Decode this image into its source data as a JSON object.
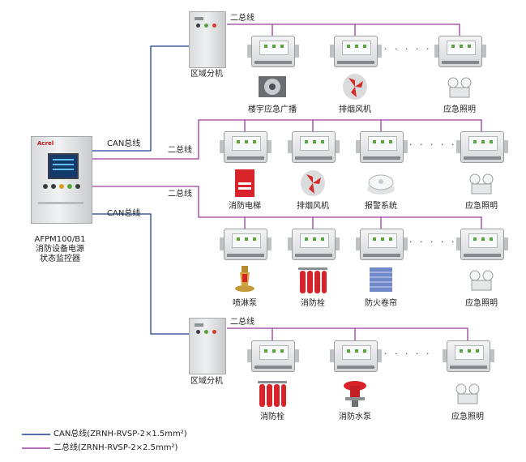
{
  "labels": {
    "area_unit": "区域分机",
    "can_bus": "CAN总线",
    "two_bus": "二总线",
    "monitor_model": "AFPM100/B1",
    "monitor_name_line1": "消防设备电源",
    "monitor_name_line2": "状态监控器",
    "monitor_brand": "Acrel"
  },
  "rows": [
    {
      "devices": [
        "楼宇应急广播",
        "排烟风机",
        "应急照明"
      ]
    },
    {
      "devices": [
        "消防电梯",
        "排烟风机",
        "报警系统",
        "应急照明"
      ]
    },
    {
      "devices": [
        "喷淋泵",
        "消防栓",
        "防火卷帘",
        "应急照明"
      ]
    },
    {
      "devices": [
        "消防栓",
        "消防水泵",
        "应急照明"
      ]
    }
  ],
  "ellipsis": "· · · · ·",
  "legend": [
    {
      "text": "CAN总线(ZRNH-RVSP-2×1.5mm²)",
      "color": "#1f3e93"
    },
    {
      "text": "二总线(ZRNH-RVSP-2×2.5mm²)",
      "color": "#9a3e9d"
    }
  ],
  "colors": {
    "can": "#1f3e93",
    "two_bus": "#9a3e9d"
  }
}
